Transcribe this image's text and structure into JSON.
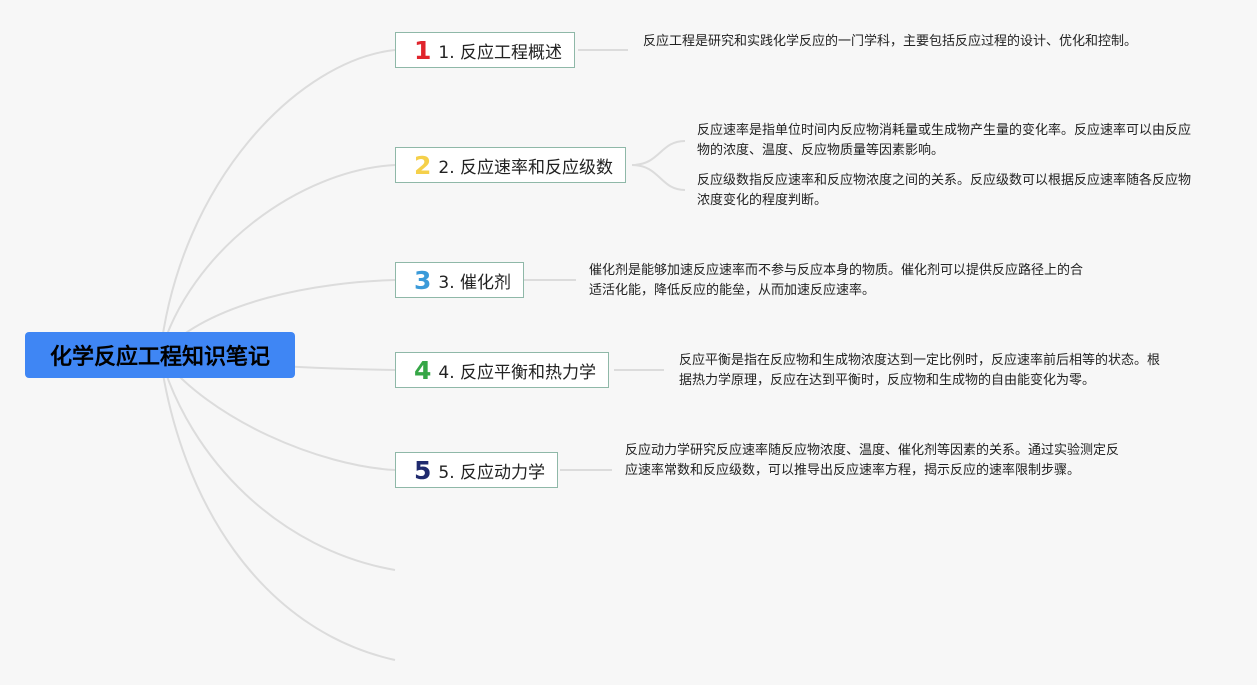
{
  "root": {
    "title": "化学反应工程知识笔记"
  },
  "branches": [
    {
      "number": "1",
      "label": "1. 反应工程概述",
      "notes": [
        "反应工程是研究和实践化学反应的一门学科，主要包括反应过程的设计、优化和控制。"
      ]
    },
    {
      "number": "2",
      "label": "2. 反应速率和反应级数",
      "notes": [
        "反应速率是指单位时间内反应物消耗量或生成物产生量的变化率。反应速率可以由反应物的浓度、温度、反应物质量等因素影响。",
        "反应级数指反应速率和反应物浓度之间的关系。反应级数可以根据反应速率随各反应物浓度变化的程度判断。"
      ]
    },
    {
      "number": "3",
      "label": "3. 催化剂",
      "notes": [
        "催化剂是能够加速反应速率而不参与反应本身的物质。催化剂可以提供反应路径上的合适活化能，降低反应的能垒，从而加速反应速率。"
      ]
    },
    {
      "number": "4",
      "label": "4. 反应平衡和热力学",
      "notes": [
        "反应平衡是指在反应物和生成物浓度达到一定比例时，反应速率前后相等的状态。根据热力学原理，反应在达到平衡时，反应物和生成物的自由能变化为零。"
      ]
    },
    {
      "number": "5",
      "label": "5. 反应动力学",
      "notes": [
        "反应动力学研究反应速率随反应物浓度、温度、催化剂等因素的关系。通过实验测定反应速率常数和反应级数，可以推导出反应速率方程，揭示反应的速率限制步骤。"
      ]
    }
  ]
}
